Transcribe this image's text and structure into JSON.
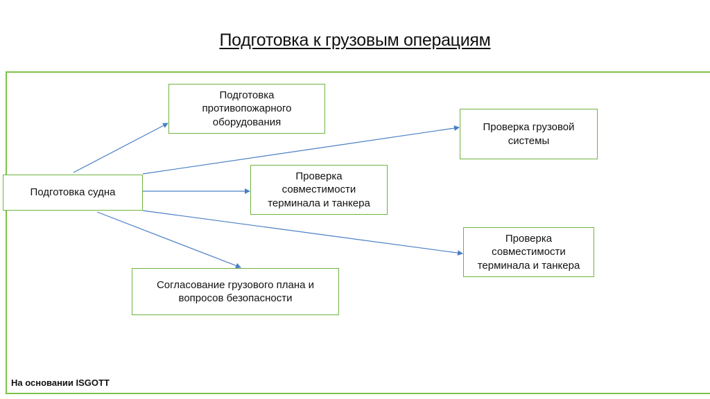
{
  "title": "Подготовка к грузовым операциям",
  "boxes": {
    "ship": "Подготовка судна",
    "fire": "Подготовка\nпротивопожарного\nоборудования",
    "cargo_system": "Проверка грузовой\nсистемы",
    "compat_1": "Проверка\nсовместимости\nтерминала и танкера",
    "compat_2": "Проверка\nсовместимости\nтерминала и танкера",
    "plan": "Согласование грузового плана и\nвопросов безопасности"
  },
  "footnote": "На основании ISGOTT",
  "colors": {
    "frame": "#7dc24a",
    "box_border": "#6db33f",
    "arrow": "#4a7fc4"
  }
}
